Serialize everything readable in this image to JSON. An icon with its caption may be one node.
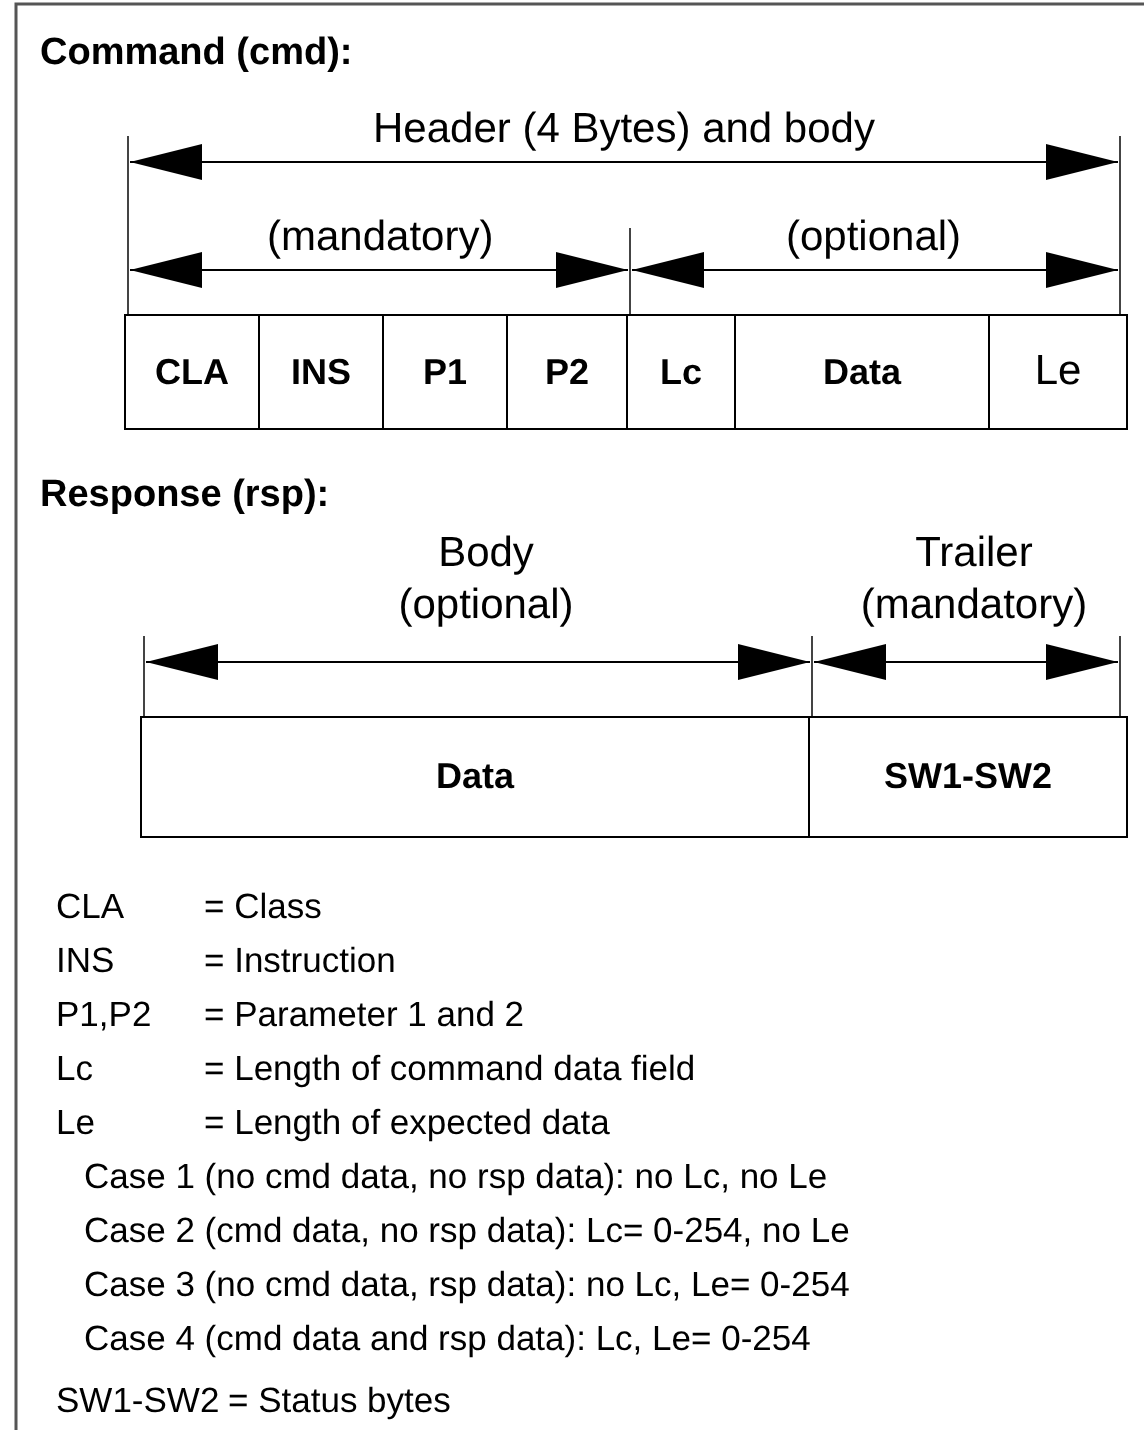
{
  "diagram": {
    "nodes": [
      {
        "text": [
          "CLA"
        ]
      },
      {
        "text": [
          "INS"
        ]
      },
      {
        "text": [
          "P1"
        ]
      },
      {
        "text": [
          "P2"
        ]
      },
      {
        "text": [
          "Lc"
        ]
      },
      {
        "text": [
          "Data"
        ]
      },
      {
        "text": [
          "Le"
        ]
      },
      {
        "text": [
          "Data"
        ]
      },
      {
        "text": [
          "SW1-SW2"
        ]
      }
    ],
    "labels": [
      "Command (cmd):",
      "Header (4 Bytes) and body",
      "(mandatory)",
      "(optional)",
      "Response (rsp):",
      "Body (optional)",
      "Trailer (mandatory)",
      "CLA",
      "= Class",
      "INS",
      "= Instruction",
      "P1,P2",
      "= Parameter 1 and 2",
      "Lc",
      "= Length of command data field",
      "Le",
      "= Length of expected data",
      "Case 1 (no cmd data, no rsp data): no Lc, no Le",
      "Case 2 (cmd data, no rsp data): Lc= 0-254, no Le",
      "Case 3 (no cmd data, rsp data): no Lc, Le= 0-254",
      "Case 4 (cmd data and rsp data): Lc, Le= 0-254",
      "SW1-SW2",
      "= Status bytes"
    ]
  }
}
